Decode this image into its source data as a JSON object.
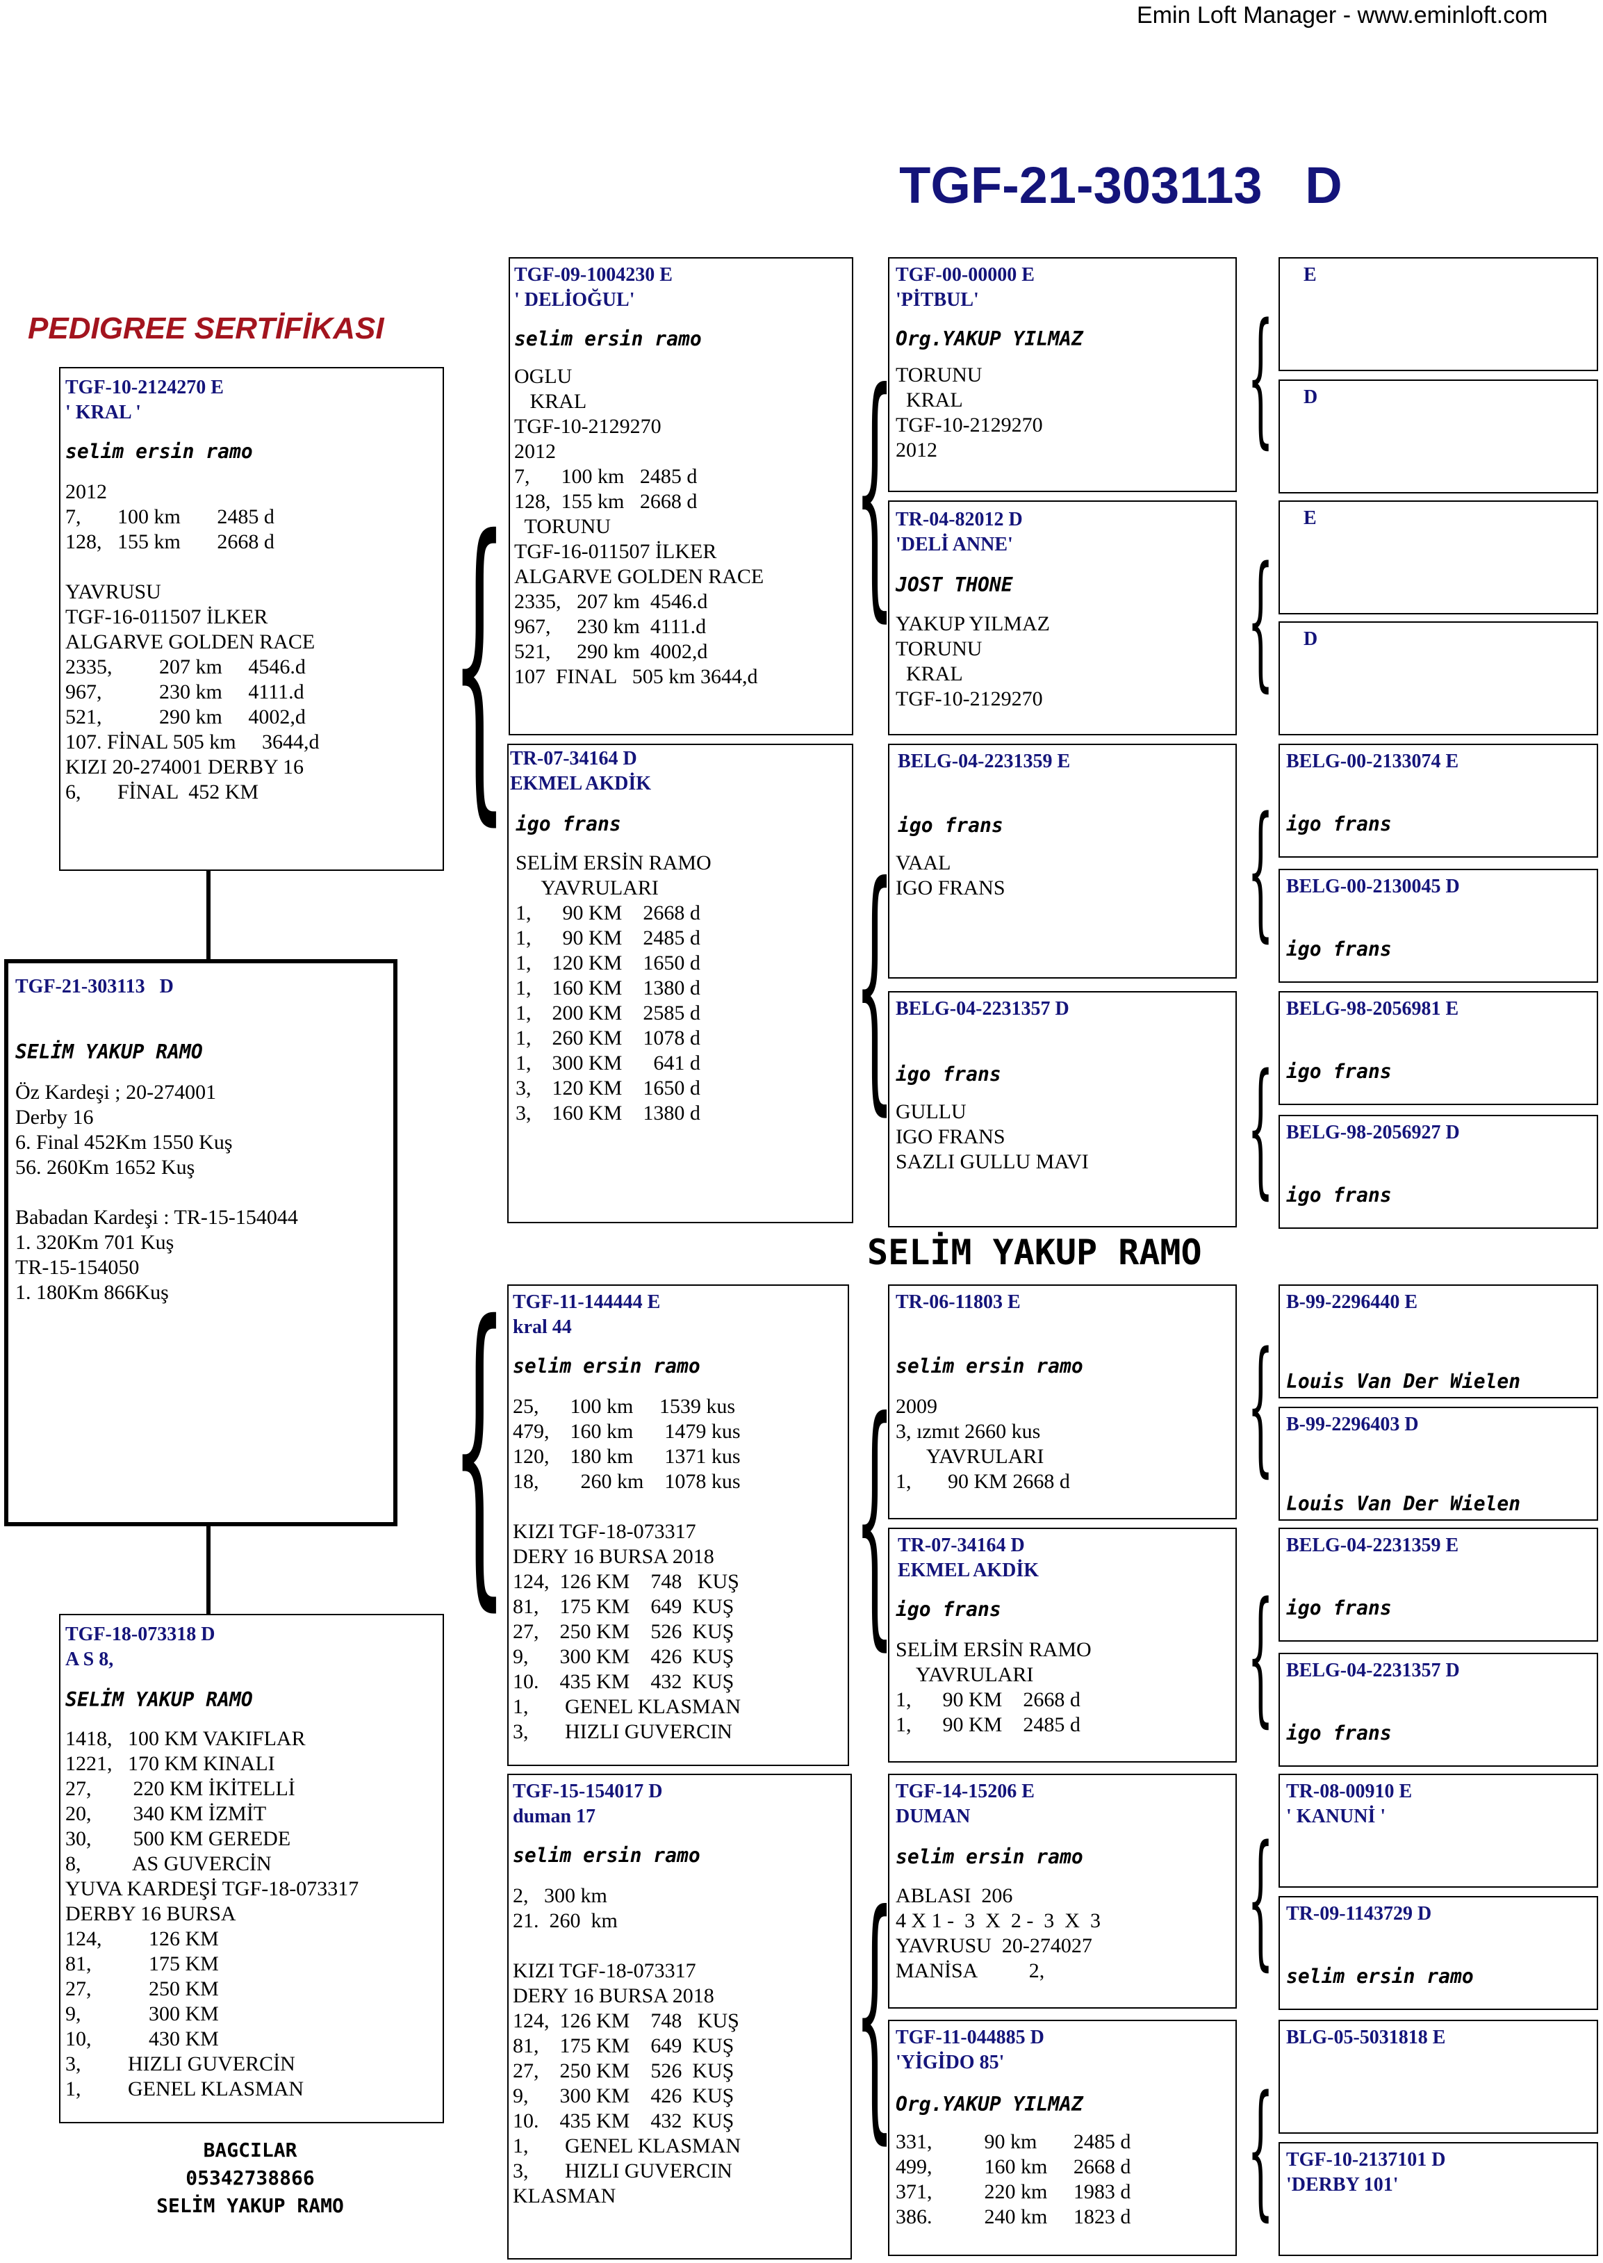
{
  "header": {
    "site": "Emin Loft Manager - www.eminloft.com",
    "main_ring": "TGF-21-303113",
    "main_sex": "D"
  },
  "cert_title": "PEDIGREE SERTİFİKASI",
  "owner_center": "SELİM YAKUP RAMO",
  "footer": {
    "line1": "BAGCILAR",
    "line2": "05342738866",
    "line3": "SELİM YAKUP RAMO"
  },
  "subject": {
    "ring": "TGF-21-303113   D",
    "owner": "SELİM YAKUP RAMO",
    "info": "Öz Kardeşi ; 20-274001\nDerby 16\n6. Final 452Km 1550 Kuş\n56. 260Km 1652 Kuş\n\nBabadan Kardeşi : TR-15-154044\n1. 320Km 701 Kuş\nTR-15-154050\n1. 180Km 866Kuş"
  },
  "sire": {
    "ring": "TGF-10-2124270  E",
    "name": "' KRAL '",
    "owner": "selim ersin ramo",
    "info": "2012\n7,       100 km       2485 d\n128,   155 km       2668 d\n\nYAVRUSU\nTGF-16-011507 İLKER\nALGARVE GOLDEN RACE\n2335,         207 km     4546.d\n967,           230 km     4111.d\n521,           290 km     4002,d\n107. FİNAL 505 km     3644,d\nKIZI 20-274001 DERBY 16\n6,       FİNAL  452 KM"
  },
  "dam": {
    "ring": "TGF-18-073318  D",
    "name": "A S  8,",
    "owner": "SELİM YAKUP RAMO",
    "info": "1418,   100 KM VAKIFLAR\n1221,   170 KM KINALI\n27,        220 KM İKİTELLİ\n20,        340 KM İZMİT\n30,        500 KM GEREDE\n8,          AS GUVERCİN\nYUVA KARDEŞİ TGF-18-073317\nDERBY 16 BURSA\n124,         126 KM\n81,           175 KM\n27,           250 KM\n9,             300 KM\n10,           430 KM\n3,         HIZLI GUVERCİN\n1,         GENEL KLASMAN"
  },
  "gp": [
    {
      "ring": "TGF-09-1004230  E",
      "name": "' DELİOĞUL'",
      "owner": "selim ersin ramo",
      "info": "OGLU\n   KRAL\nTGF-10-2129270\n2012\n7,      100 km   2485 d\n128,  155 km   2668 d\n  TORUNU\nTGF-16-011507 İLKER\nALGARVE GOLDEN RACE\n2335,   207 km  4546.d\n967,     230 km  4111.d\n521,     290 km  4002,d\n107  FINAL   505 km 3644,d"
    },
    {
      "ring": "TR-07-34164  D",
      "name": "EKMEL AKDİK",
      "owner": "igo frans",
      "info": "SELİM ERSİN RAMO\n     YAVRULARI\n1,      90 KM    2668 d\n1,      90 KM    2485 d\n1,    120 KM    1650 d\n1,    160 KM    1380 d\n1,    200 KM    2585 d\n1,    260 KM    1078 d\n1,    300 KM      641 d\n3,    120 KM    1650 d\n3,    160 KM    1380 d"
    },
    {
      "ring": "TGF-11-144444  E",
      "name": "kral 44",
      "owner": "selim ersin ramo",
      "info": "25,      100 km     1539 kus\n479,    160 km      1479 kus\n120,    180 km      1371 kus\n18,        260 km    1078 kus\n\nKIZI TGF-18-073317\nDERY 16 BURSA 2018\n124,  126 KM    748   KUŞ\n81,    175 KM    649  KUŞ\n27,    250 KM    526  KUŞ\n9,      300 KM    426  KUŞ\n10.    435 KM    432  KUŞ\n1,       GENEL KLASMAN\n3,       HIZLI GUVERCIN"
    },
    {
      "ring": "TGF-15-154017  D",
      "name": "duman 17",
      "owner": "selim ersin ramo",
      "info": "2,   300 km\n21.  260  km\n\nKIZI TGF-18-073317\nDERY 16 BURSA 2018\n124,  126 KM    748   KUŞ\n81,    175 KM    649  KUŞ\n27,    250 KM    526  KUŞ\n9,      300 KM    426  KUŞ\n10.    435 KM    432  KUŞ\n1,       GENEL KLASMAN\n3,       HIZLI GUVERCIN\nKLASMAN"
    }
  ],
  "ggp": [
    {
      "ring": "TGF-00-00000  E",
      "name": "'PİTBUL'",
      "owner": "Org.YAKUP YILMAZ",
      "info": "TORUNU\n  KRAL\nTGF-10-2129270\n2012"
    },
    {
      "ring": "TR-04-82012  D",
      "name": "'DELİ ANNE'",
      "owner": "JOST THONE",
      "info": "YAKUP YILMAZ\nTORUNU\n  KRAL\nTGF-10-2129270"
    },
    {
      "ring": "BELG-04-2231359  E",
      "name": "",
      "owner": "igo frans",
      "info": "VAAL\nIGO FRANS"
    },
    {
      "ring": "BELG-04-2231357  D",
      "name": "",
      "owner": "igo frans",
      "info": "GULLU\nIGO FRANS\nSAZLI GULLU MAVI"
    },
    {
      "ring": "TR-06-11803  E",
      "name": "",
      "owner": "selim ersin ramo",
      "info": "2009\n3, ızmıt 2660 kus\n      YAVRULARI\n1,       90 KM 2668 d"
    },
    {
      "ring": "TR-07-34164  D",
      "name": "EKMEL AKDİK",
      "owner": "igo frans",
      "info": "SELİM ERSİN RAMO\n    YAVRULARI\n1,      90 KM    2668 d\n1,      90 KM    2485 d"
    },
    {
      "ring": "TGF-14-15206  E",
      "name": "DUMAN",
      "owner": "selim ersin ramo",
      "info": "ABLASI  206\n4 X 1 -  3  X  2 -  3  X  3\nYAVRUSU  20-274027\nMANİSA          2,"
    },
    {
      "ring": "TGF-11-044885  D",
      "name": "'YİGİDO 85'",
      "owner": "Org.YAKUP YILMAZ",
      "info": "331,          90 km       2485 d\n499,          160 km     2668 d\n371,          220 km     1983 d\n386.          240 km     1823 d"
    }
  ],
  "gggp": [
    {
      "ring": "E",
      "name": "",
      "owner": ""
    },
    {
      "ring": "D",
      "name": "",
      "owner": ""
    },
    {
      "ring": "E",
      "name": "",
      "owner": ""
    },
    {
      "ring": "D",
      "name": "",
      "owner": ""
    },
    {
      "ring": "BELG-00-2133074  E",
      "name": "",
      "owner": "igo frans"
    },
    {
      "ring": "BELG-00-2130045  D",
      "name": "",
      "owner": "igo frans"
    },
    {
      "ring": "BELG-98-2056981  E",
      "name": "",
      "owner": "igo frans"
    },
    {
      "ring": "BELG-98-2056927  D",
      "name": "",
      "owner": "igo frans"
    },
    {
      "ring": "B-99-2296440  E",
      "name": "",
      "owner": "Louis Van Der Wielen"
    },
    {
      "ring": "B-99-2296403  D",
      "name": "",
      "owner": "Louis Van Der Wielen"
    },
    {
      "ring": "BELG-04-2231359  E",
      "name": "",
      "owner": "igo frans"
    },
    {
      "ring": "BELG-04-2231357  D",
      "name": "",
      "owner": "igo frans"
    },
    {
      "ring": "TR-08-00910  E",
      "name": "' KANUNİ '",
      "owner": ""
    },
    {
      "ring": "TR-09-1143729  D",
      "name": "",
      "owner": "selim ersin ramo"
    },
    {
      "ring": "BLG-05-5031818  E",
      "name": "",
      "owner": ""
    },
    {
      "ring": "TGF-10-2137101  D",
      "name": "'DERBY 101'",
      "owner": ""
    }
  ]
}
